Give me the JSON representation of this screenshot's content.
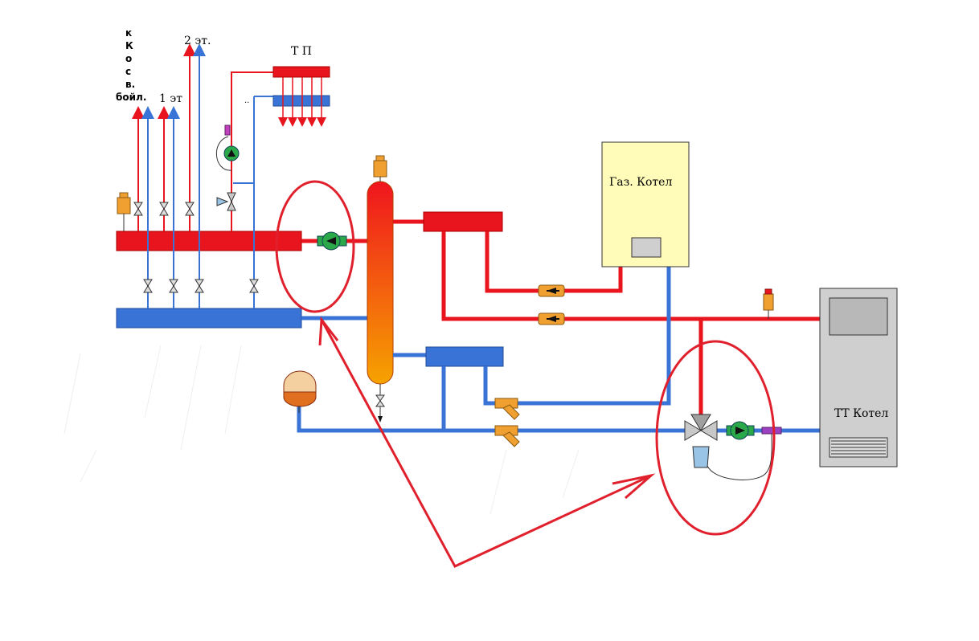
{
  "labels": {
    "k_kosv_boil": [
      "к",
      "К",
      "о",
      "с",
      "в.",
      "бойл."
    ],
    "floor1": "1 эт",
    "floor2": "2 эт.",
    "tp": "Т П",
    "gas_boiler": "Газ. Котел",
    "tt_boiler": "ТТ  Котел",
    "dots": ".."
  },
  "colors": {
    "supply": "#e8141e",
    "return": "#3a73d6",
    "annotation": "#e0202c",
    "boiler_fill": "#fffbb8",
    "tt_boiler_fill": "#cfcfcf",
    "pump": "#2aa84a",
    "valve_body": "#f0a030",
    "expansion_tank": "#f4d0a0"
  },
  "icons": {
    "pump_main": "circulation-pump-icon",
    "pump_floor": "circulation-pump-icon",
    "pump_tt": "circulation-pump-icon",
    "three_way_valve": "three-way-mixing-valve-icon",
    "air_vent": "air-vent-icon",
    "check_valve": "check-valve-icon",
    "strainer": "y-strainer-icon",
    "ball_valve": "ball-valve-icon",
    "expansion_tank": "expansion-tank-icon",
    "thermo_head": "thermostatic-head-icon"
  }
}
